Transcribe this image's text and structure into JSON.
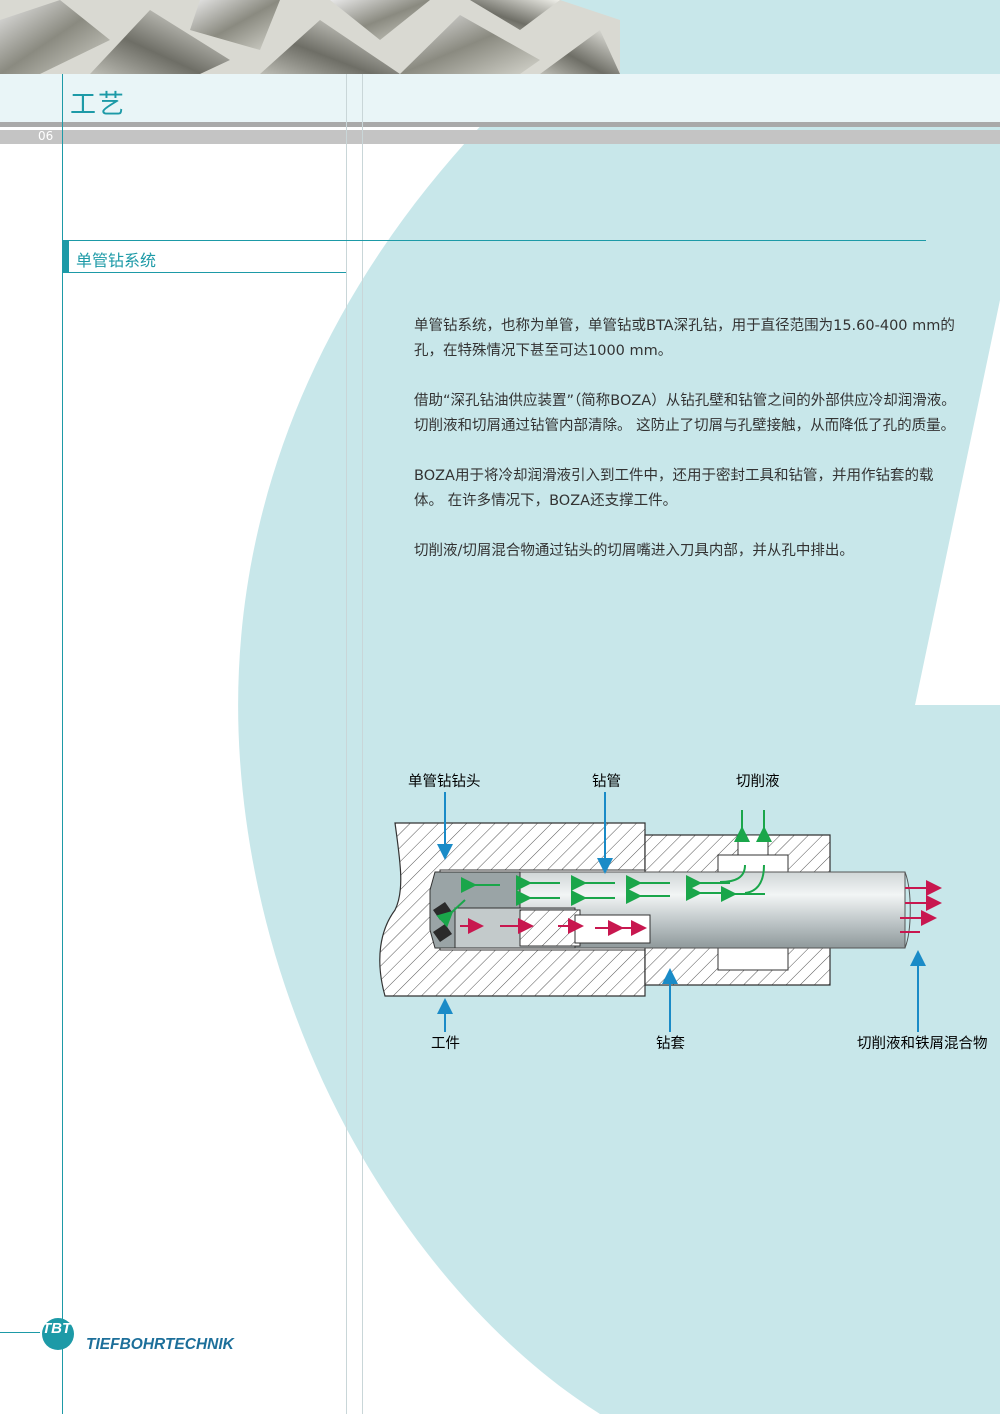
{
  "header": {
    "title": "工艺",
    "page_number": "06"
  },
  "section": {
    "title": "单管钻系统"
  },
  "body": {
    "paragraphs": [
      "单管钻系统，也称为单管，单管钻或BTA深孔钻，用于直径范围为15.60-400 mm的孔，在特殊情况下甚至可达1000 mm。",
      "借助“深孔钻油供应装置”（简称BOZA）从钻孔壁和钻管之间的外部供应冷却润滑液。 切削液和切屑通过钻管内部清除。 这防止了切屑与孔壁接触，从而降低了孔的质量。",
      "BOZA用于将冷却润滑液引入到工件中，还用于密封工具和钻管，并用作钻套的载体。 在许多情况下，BOZA还支撑工件。",
      "切削液/切屑混合物通过钻头的切屑嘴进入刀具内部，并从孔中排出。"
    ]
  },
  "diagram": {
    "labels": {
      "drill_head": "单管钻钻头",
      "drill_tube": "钻管",
      "coolant": "切削液",
      "workpiece": "工件",
      "drill_bushing": "钻套",
      "mixture": "切削液和铁屑混合物"
    },
    "colors": {
      "coolant_arrow": "#1aa64a",
      "chip_arrow": "#c8174f",
      "pointer": "#1a8bc7"
    }
  },
  "logo": {
    "mark": "TBT",
    "name": "TIEFBOHRTECHNIK"
  },
  "colors": {
    "accent": "#1d9aa7",
    "background_shape": "#c8e7ea"
  }
}
